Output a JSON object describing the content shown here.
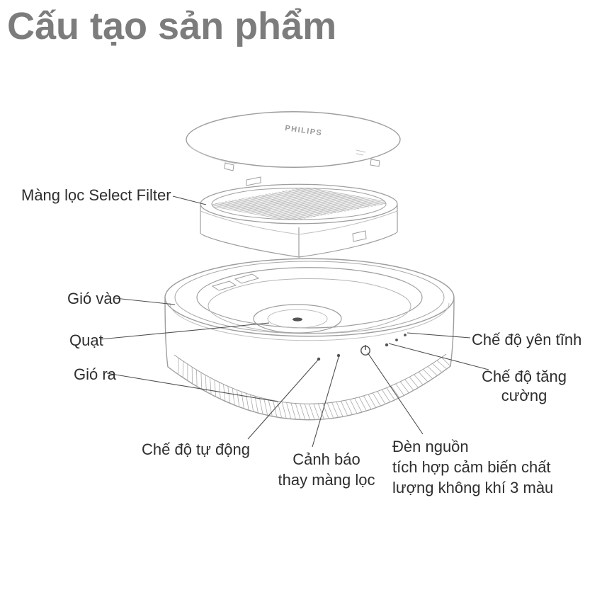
{
  "page": {
    "title": "Cấu tạo sản phẩm"
  },
  "diagram": {
    "brand": "PHILIPS",
    "colors": {
      "title_gray": "#7c7c7c",
      "label_dark": "#2e2e2e",
      "device_line_gray": "#9e9e9e",
      "leader_line_dark": "#4f4f4f"
    },
    "labels": {
      "filter": "Màng lọc Select Filter",
      "air_in": "Gió vào",
      "fan": "Quạt",
      "air_out": "Gió ra",
      "quiet_mode": "Chế độ yên tĩnh",
      "boost_lines": [
        "Chế độ tăng",
        "cường"
      ],
      "auto_mode": "Chế độ tự động",
      "warning_lines": [
        "Cảnh báo",
        "thay màng lọc"
      ],
      "power_lines": [
        "Đèn nguồn",
        "tích hợp cảm biến chất",
        "lượng không khí 3 màu"
      ]
    }
  }
}
